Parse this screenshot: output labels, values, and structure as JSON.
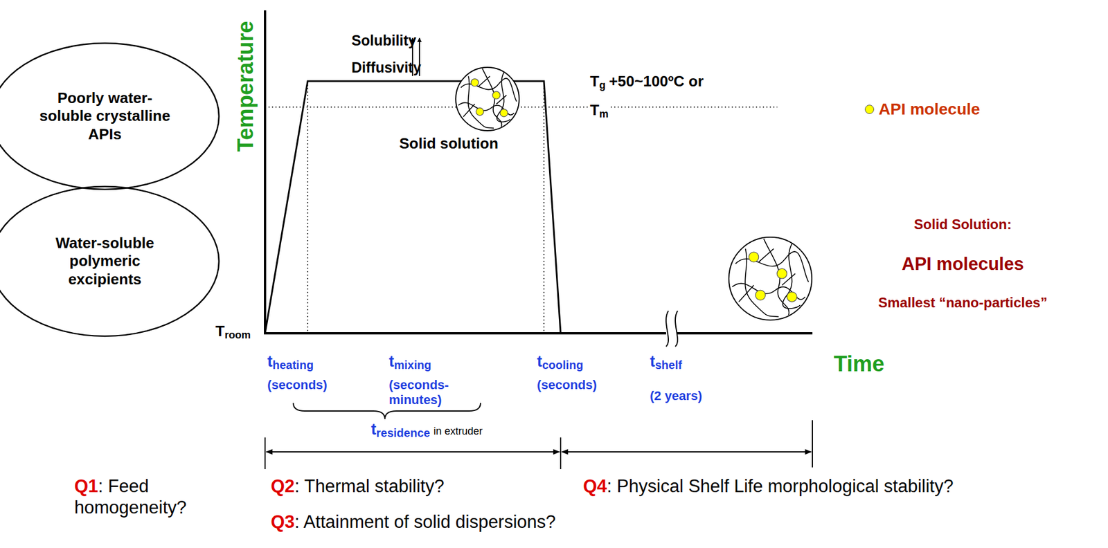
{
  "diagram": {
    "nodes": [
      {
        "text": [
          "Poorly water-soluble crystalline APIs"
        ]
      },
      {
        "text": [
          "Water-soluble polymeric excipients"
        ]
      }
    ],
    "labels": [
      "Temperature",
      "Time",
      "T",
      "room",
      "Solubility",
      "Diffusivity",
      "Solid solution",
      "T",
      "g",
      "+50~100ºC   or",
      "T",
      "m",
      "Solid Solution:",
      "API molecules",
      "Smallest “nano-particles”",
      "t",
      "heating",
      "(seconds)",
      "t",
      "mixing",
      "(seconds- minutes)",
      "t",
      "cooling",
      "(seconds)",
      "t",
      "shelf",
      "(2 years)",
      "t",
      "residence",
      "in extruder",
      "Q1",
      ": Feed homogeneity?",
      "Q2",
      ": Thermal stability?",
      "Q3",
      ": Attainment of solid dispersions?",
      "Q4",
      ": Physical Shelf Life morphological stability?"
    ],
    "legend": [
      {
        "text": "API molecule",
        "color": "#ffff00"
      }
    ]
  }
}
